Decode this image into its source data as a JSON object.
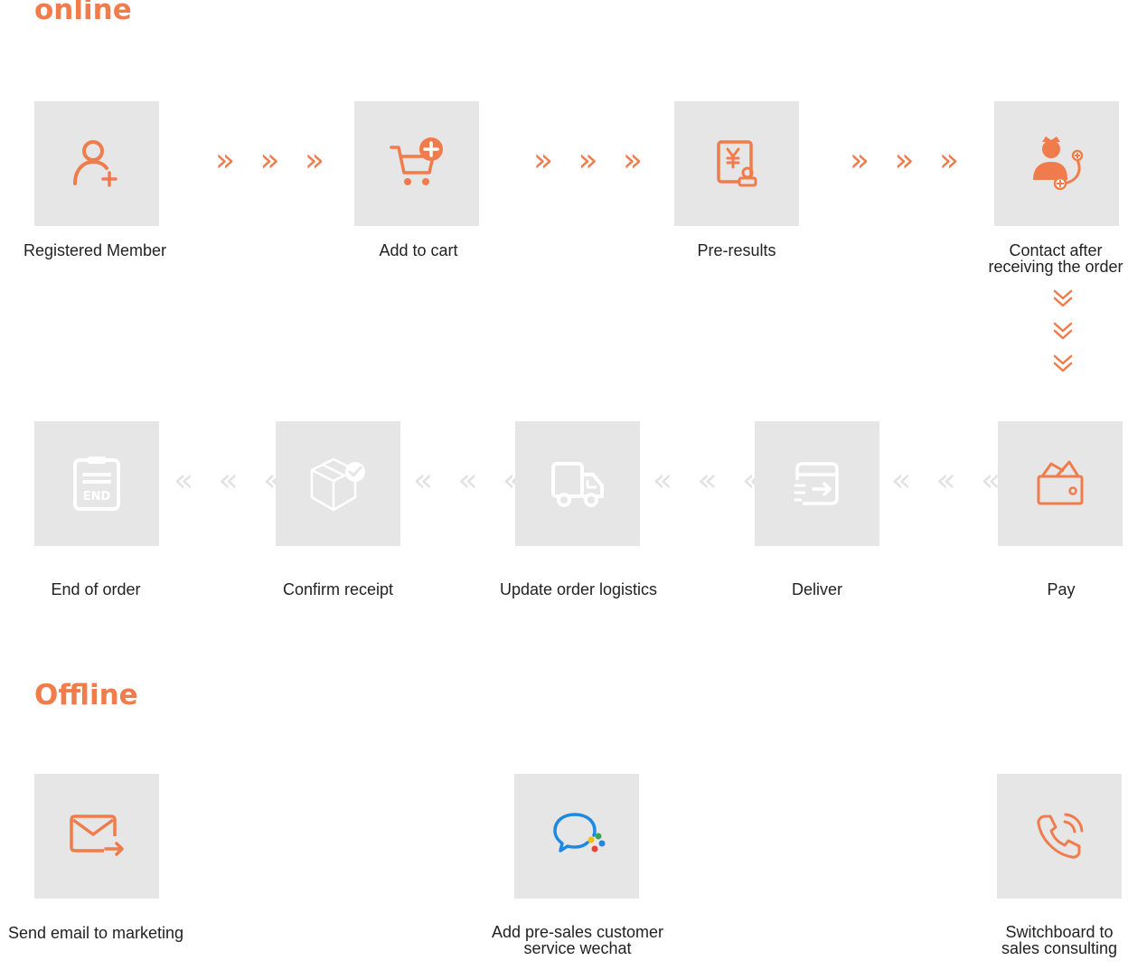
{
  "online": {
    "title": "online",
    "steps_row1": [
      {
        "label": "Registered Member",
        "icon": "user-plus-icon"
      },
      {
        "label": "Add to cart",
        "icon": "cart-add-icon"
      },
      {
        "label": "Pre-results",
        "icon": "invoice-icon"
      },
      {
        "label": "Contact after\nreceiving the order",
        "icon": "customer-service-icon"
      }
    ],
    "steps_row2": [
      {
        "label": "End of order",
        "icon": "end-clipboard-icon"
      },
      {
        "label": "Confirm receipt",
        "icon": "box-check-icon"
      },
      {
        "label": "Update order logistics",
        "icon": "truck-icon"
      },
      {
        "label": "Deliver",
        "icon": "deliver-icon"
      },
      {
        "label": "Pay",
        "icon": "wallet-icon"
      }
    ],
    "arrow_forward": "» » »",
    "arrow_back": "« « «"
  },
  "offline": {
    "title": "Offline",
    "channels": [
      {
        "label": "Send email to marketing",
        "icon": "email-icon"
      },
      {
        "label": "Add pre-sales customer\nservice wechat",
        "icon": "wechat-work-icon"
      },
      {
        "label": "Switchboard to\nsales consulting",
        "icon": "phone-icon"
      }
    ]
  },
  "colors": {
    "accent": "#f07c4c",
    "box": "#e6e6e6",
    "inactive_arrow": "#e2e2e2",
    "wechat_blue": "#1e88e5"
  }
}
